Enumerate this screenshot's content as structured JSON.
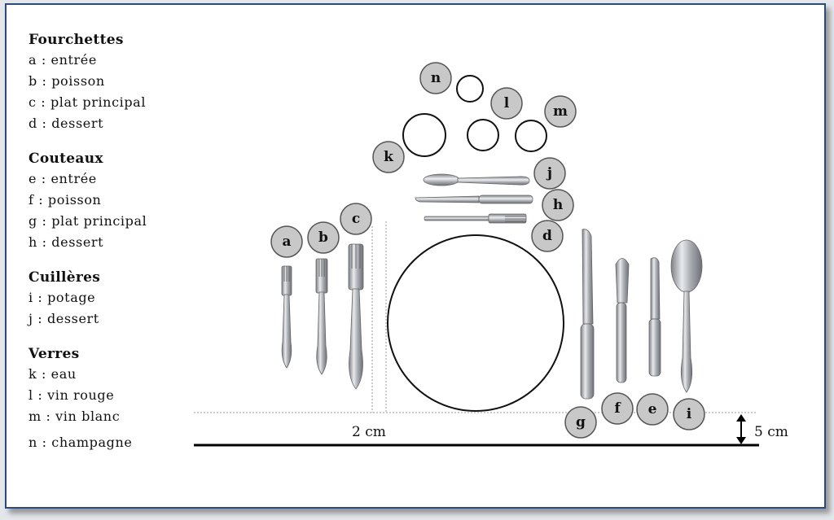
{
  "legend": [
    {
      "title": "Fourchettes",
      "items": [
        {
          "key": "a",
          "text": "entrée"
        },
        {
          "key": "b",
          "text": "poisson"
        },
        {
          "key": "c",
          "text": "plat principal"
        },
        {
          "key": "d",
          "text": "dessert"
        }
      ]
    },
    {
      "title": "Couteaux",
      "items": [
        {
          "key": "e",
          "text": "entrée"
        },
        {
          "key": "f",
          "text": "poisson"
        },
        {
          "key": "g",
          "text": "plat principal"
        },
        {
          "key": "h",
          "text": "dessert"
        }
      ]
    },
    {
      "title": "Cuillères",
      "items": [
        {
          "key": "i",
          "text": "potage"
        },
        {
          "key": "j",
          "text": "dessert"
        }
      ]
    },
    {
      "title": "Verres",
      "items": [
        {
          "key": "k",
          "text": "eau"
        },
        {
          "key": "l",
          "text": "vin rouge"
        },
        {
          "key": "m",
          "text": "vin blanc"
        },
        {
          "key": "n",
          "text": "champagne"
        }
      ]
    }
  ],
  "measures": {
    "plate_gap": "2 cm",
    "edge_gap": "5 cm"
  },
  "badges": {
    "a": "a",
    "b": "b",
    "c": "c",
    "d": "d",
    "e": "e",
    "f": "f",
    "g": "g",
    "h": "h",
    "i": "i",
    "j": "j",
    "k": "k",
    "l": "l",
    "m": "m",
    "n": "n"
  },
  "colors": {
    "frame_border": "#2b4a7a",
    "badge_fill": "#c8c8c8",
    "badge_stroke": "#555555",
    "silver": "#b9bdc2"
  }
}
